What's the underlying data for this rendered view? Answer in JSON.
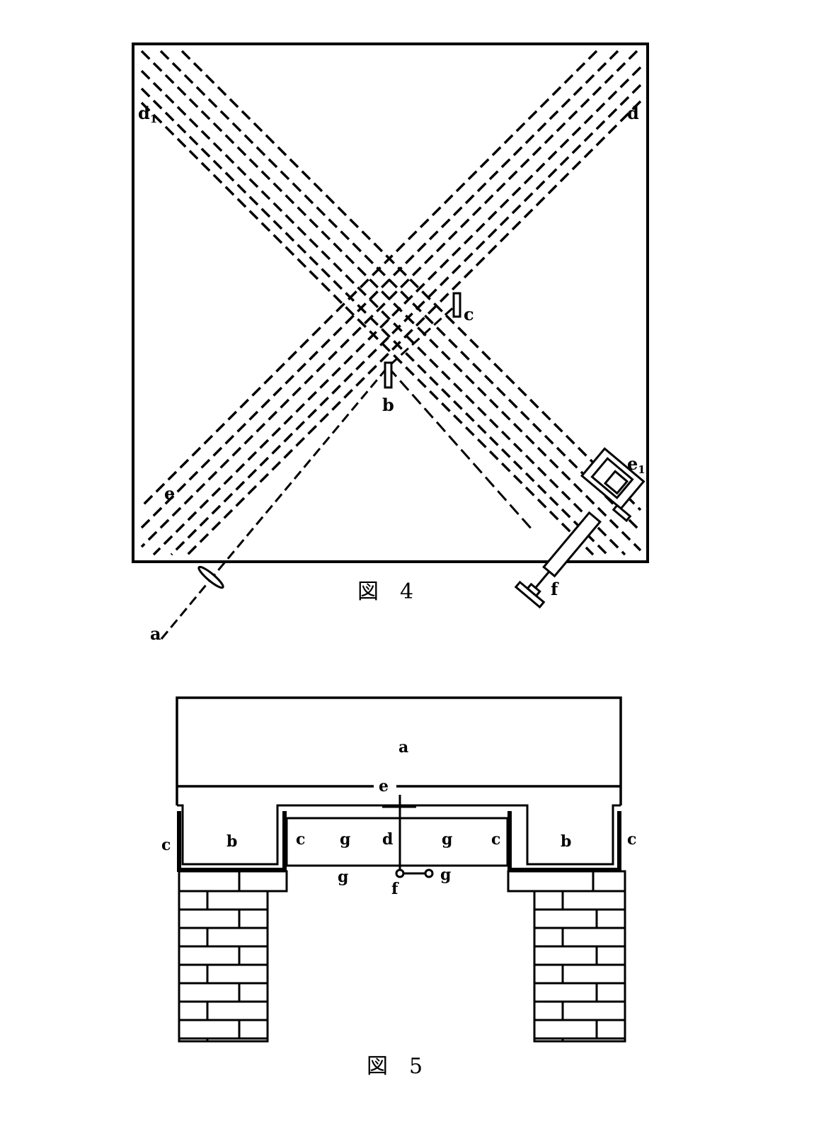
{
  "figure4": {
    "caption": "図　4",
    "labels": {
      "d1": "d",
      "d1_sub": "1",
      "d": "d",
      "c": "c",
      "b": "b",
      "e1": "e",
      "e1_sub": "1",
      "e": "e",
      "f": "f",
      "a": "a"
    }
  },
  "figure5": {
    "caption": "図　5",
    "labels": {
      "a": "a",
      "e": "e",
      "b_left": "b",
      "b_right": "b",
      "c_outer_left": "c",
      "c_inner_left": "c",
      "c_inner_right": "c",
      "c_outer_right": "c",
      "g_left": "g",
      "g_right": "g",
      "g_bottom": "g",
      "g_valve": "g",
      "d": "d",
      "f": "f"
    }
  },
  "colors": {
    "ink": "#000000",
    "paper": "#ffffff"
  }
}
